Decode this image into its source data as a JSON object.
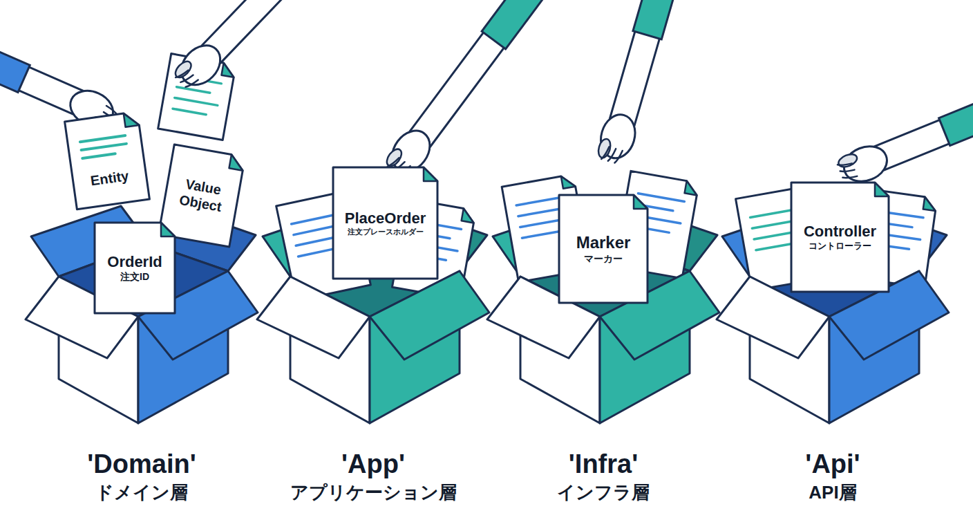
{
  "diagram": {
    "nodes": [
      {
        "text": [
          "'Domain'",
          "ドメイン層"
        ]
      },
      {
        "text": [
          "Entity"
        ],
        "in": 0
      },
      {
        "text": [
          "Value Object"
        ],
        "in": 0
      },
      {
        "text": [
          "OrderId",
          "注文ID"
        ],
        "in": 0
      },
      {
        "text": [
          "'App'",
          "アプリケーション層"
        ]
      },
      {
        "text": [
          "PlaceOrder",
          "注文プレースホルダー"
        ],
        "in": 4
      },
      {
        "text": [
          "'Infra'",
          "インフラ層"
        ]
      },
      {
        "text": [
          "Marker",
          "マーカー"
        ],
        "in": 6
      },
      {
        "text": [
          "'Api'",
          "API層"
        ]
      },
      {
        "text": [
          "Controller",
          "コントローラー"
        ],
        "in": 8
      }
    ]
  }
}
